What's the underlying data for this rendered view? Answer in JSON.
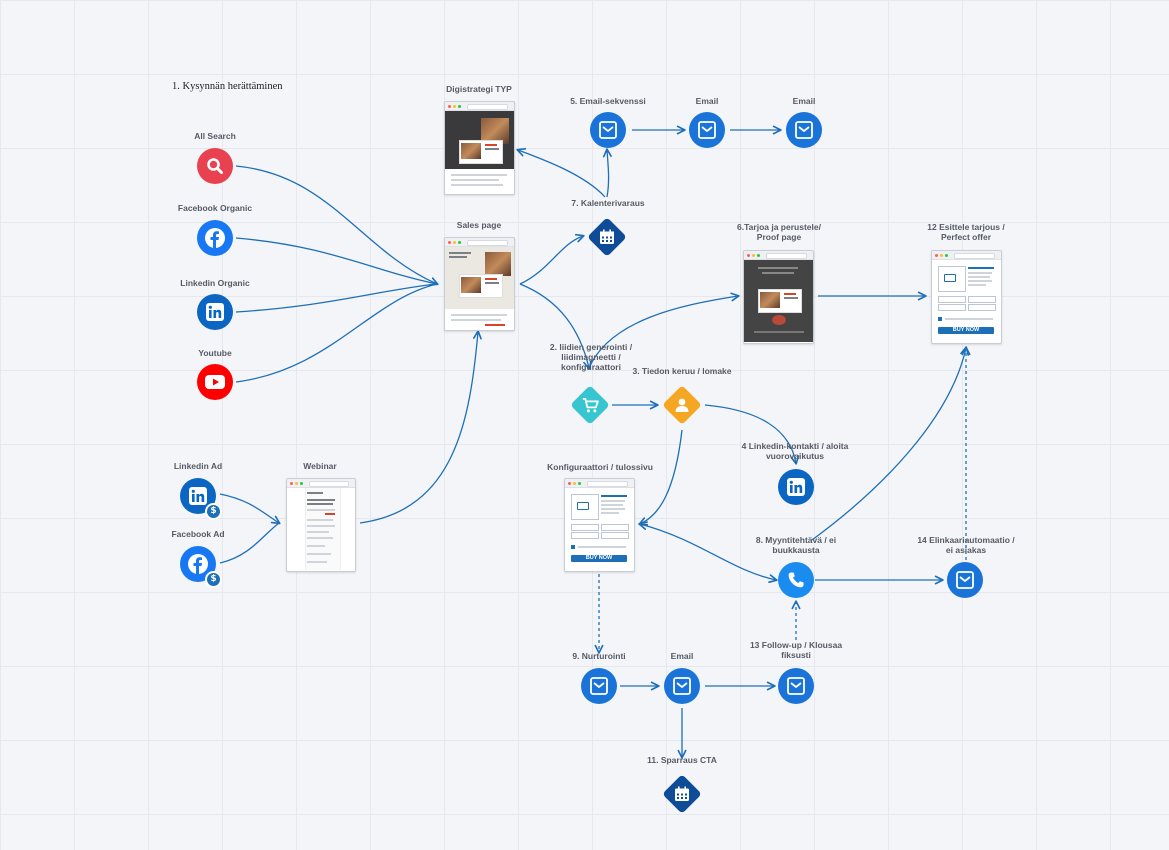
{
  "title": "1. Kysynnän herättäminen",
  "labels": {
    "all_search": "All Search",
    "facebook_organic": "Facebook Organic",
    "linkedin_organic": "Linkedin Organic",
    "youtube": "Youtube",
    "linkedin_ad": "Linkedin Ad",
    "facebook_ad": "Facebook Ad",
    "webinar": "Webinar",
    "sales_page": "Sales page",
    "digistrategi_typ": "Digistrategi TYP",
    "email_sequence": "5. Email-sekvenssi",
    "email_a": "Email",
    "email_b": "Email",
    "kalenterivaraus": "7. Kalenterivaraus",
    "offer_proof": "6.Tarjoa ja perustele/ Proof page",
    "perfect_offer": "12 Esittele tarjous / Perfect offer",
    "lead_gen": "2. liidien generointi / liidimagneetti / konfiguraattori",
    "data_collection": "3. Tiedon keruu / lomake",
    "linkedin_contact": "4 Linkedin-kontakti / aloita vuorovaikutus",
    "configurator": "Konfiguraattori / tulossivu",
    "sales_task": "8. Myyntitehtävä / ei buukkausta",
    "lifecycle": "14 Elinkaariautomaatio / ei asiakas",
    "nurturing": "9. Nurturointi",
    "email_c": "Email",
    "followup": "13 Follow-up / Klousaa fiksusti",
    "sparraus": "11. Sparraus CTA"
  },
  "buy_now": "BUY NOW",
  "icons": {
    "search": "search-icon",
    "facebook": "facebook-icon",
    "linkedin": "linkedin-icon",
    "youtube": "youtube-icon",
    "email": "email-icon",
    "calendar": "calendar-icon",
    "cart": "cart-icon",
    "user": "user-icon",
    "phone": "phone-icon",
    "dollar": "dollar-icon"
  },
  "badge_symbol": "$",
  "colors": {
    "connector": "#1d6fb8",
    "email_node": "#1a73d9",
    "search": "#e84150",
    "facebook": "#1877f2",
    "linkedin": "#0a66c2",
    "youtube": "#ff0000",
    "calendar": "#0f4c97",
    "cart": "#37c6d0",
    "user": "#f5a623",
    "phone": "#1a8cf0"
  }
}
